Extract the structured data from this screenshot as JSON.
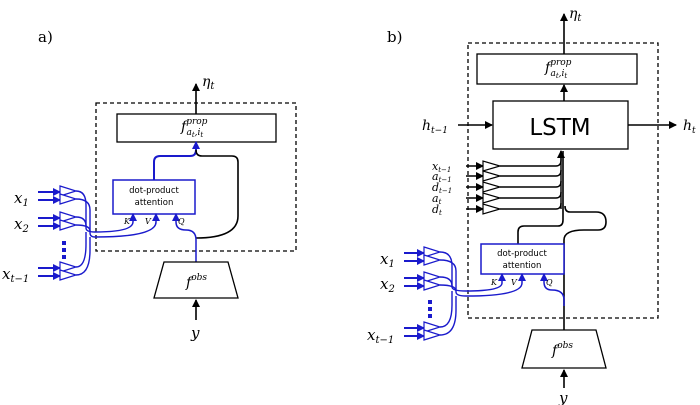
{
  "panel_a": {
    "label": "a)",
    "output": "η",
    "output_sub": "t",
    "prop_base": "f",
    "prop_sup": "prop",
    "prop_sub": "a",
    "prop_sub_sub1": "t",
    "prop_sub_comma": ",i",
    "prop_sub_sub2": "t",
    "attention_line1": "dot-product",
    "attention_line2": "attention",
    "key": "K",
    "value": "V",
    "query": "Q",
    "inputs": [
      {
        "base": "x",
        "sub": "1"
      },
      {
        "base": "x",
        "sub": "2"
      },
      {
        "base": "x",
        "sub": "t−1"
      }
    ],
    "obs_base": "f",
    "obs_sup": "obs",
    "y": "y"
  },
  "panel_b": {
    "label": "b)",
    "output": "η",
    "output_sub": "t",
    "prop_base": "f",
    "prop_sup": "prop",
    "prop_sub": "a",
    "prop_sub_sub1": "t",
    "prop_sub_comma": ",i",
    "prop_sub_sub2": "t",
    "lstm": "LSTM",
    "h_in_base": "h",
    "h_in_sub": "t−1",
    "h_out_base": "h",
    "h_out_sub": "t",
    "extra_inputs": [
      {
        "base": "x",
        "sub": "t−1"
      },
      {
        "base": "a",
        "sub": "t−1"
      },
      {
        "base": "d",
        "sub": "t−1"
      },
      {
        "base": "a",
        "sub": "t"
      },
      {
        "base": "d",
        "sub": "t"
      }
    ],
    "attention_line1": "dot-product",
    "attention_line2": "attention",
    "key": "K",
    "value": "V",
    "query": "Q",
    "inputs": [
      {
        "base": "x",
        "sub": "1"
      },
      {
        "base": "x",
        "sub": "2"
      },
      {
        "base": "x",
        "sub": "t−1"
      }
    ],
    "obs_base": "f",
    "obs_sup": "obs",
    "y": "y"
  },
  "colors": {
    "attention": "#1a1acc",
    "stroke": "#000000",
    "background": "#ffffff"
  }
}
